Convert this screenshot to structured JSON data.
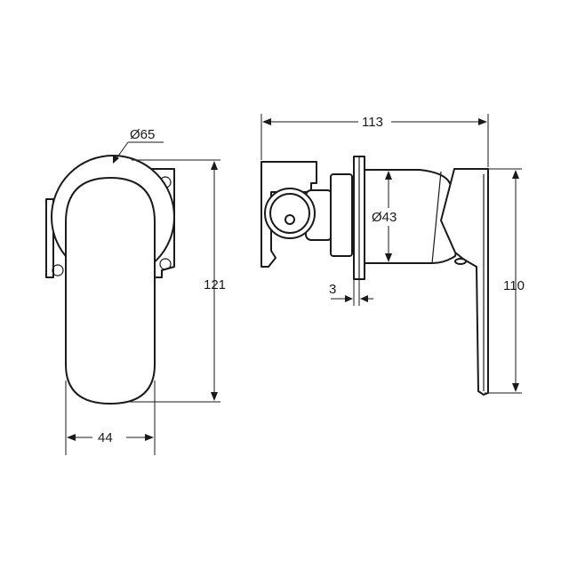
{
  "dimensions": {
    "diameter_plate": "Ø65",
    "height_front": "121",
    "width_front": "44",
    "length_side": "113",
    "diameter_body": "Ø43",
    "height_side": "110",
    "plate_thickness": "3"
  }
}
